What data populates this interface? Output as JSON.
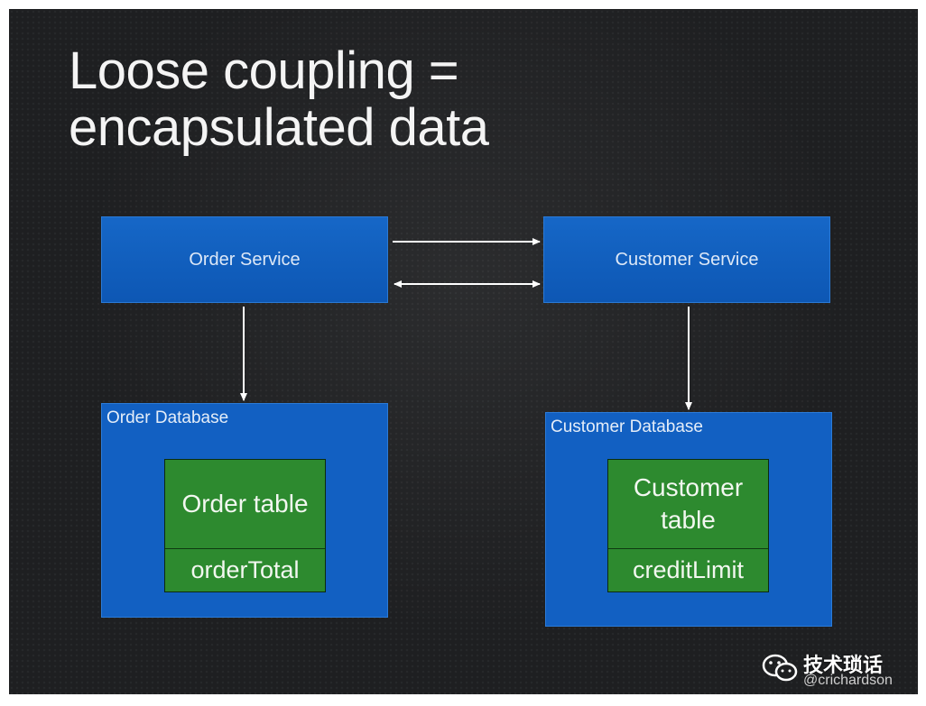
{
  "title": {
    "line1": "Loose coupling =",
    "line2": "encapsulated data"
  },
  "services": {
    "order": "Order Service",
    "customer": "Customer Service"
  },
  "databases": {
    "order": {
      "label": "Order Database",
      "table": "Order table",
      "field": "orderTotal"
    },
    "customer": {
      "label": "Customer Database",
      "table": "Customer\ntable",
      "field": "creditLimit"
    }
  },
  "watermark": {
    "text": "技术琐话",
    "sub": "@crichardson"
  },
  "colors": {
    "service_blue": "#1667c7",
    "table_green": "#2d8a2f",
    "background": "#1e1f21"
  }
}
